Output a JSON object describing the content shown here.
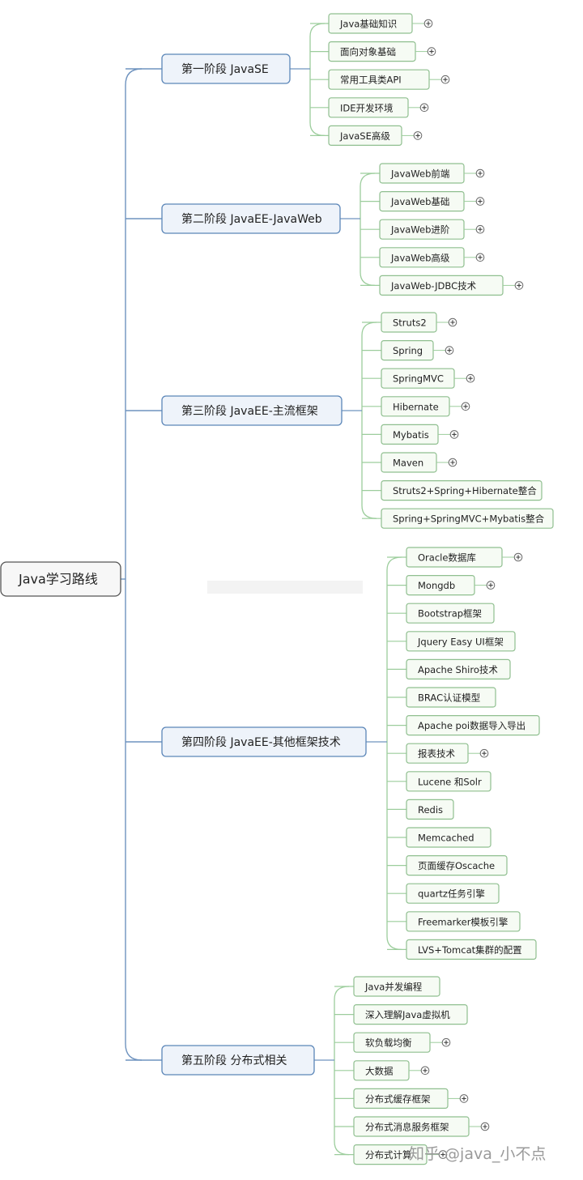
{
  "title": "Java学习路线",
  "stages": [
    {
      "label": "第一阶段 JavaSE",
      "topics": [
        {
          "label": "Java基础知识",
          "expand": true
        },
        {
          "label": "面向对象基础",
          "expand": true
        },
        {
          "label": "常用工具类API",
          "expand": true
        },
        {
          "label": "IDE开发环境",
          "expand": true
        },
        {
          "label": "JavaSE高级",
          "expand": true
        }
      ]
    },
    {
      "label": "第二阶段 JavaEE-JavaWeb",
      "topics": [
        {
          "label": "JavaWeb前端",
          "expand": true
        },
        {
          "label": "JavaWeb基础",
          "expand": true
        },
        {
          "label": "JavaWeb进阶",
          "expand": true
        },
        {
          "label": "JavaWeb高级",
          "expand": true
        },
        {
          "label": "JavaWeb-JDBC技术",
          "expand": true
        }
      ]
    },
    {
      "label": "第三阶段 JavaEE-主流框架",
      "topics": [
        {
          "label": "Struts2",
          "expand": true
        },
        {
          "label": "Spring",
          "expand": true
        },
        {
          "label": "SpringMVC",
          "expand": true
        },
        {
          "label": "Hibernate",
          "expand": true
        },
        {
          "label": "Mybatis",
          "expand": true
        },
        {
          "label": "Maven",
          "expand": true
        },
        {
          "label": "Struts2+Spring+Hibernate整合",
          "expand": false
        },
        {
          "label": "Spring+SpringMVC+Mybatis整合",
          "expand": false
        }
      ]
    },
    {
      "label": "第四阶段 JavaEE-其他框架技术",
      "topics": [
        {
          "label": "Oracle数据库",
          "expand": true
        },
        {
          "label": "Mongdb",
          "expand": true
        },
        {
          "label": "Bootstrap框架",
          "expand": false
        },
        {
          "label": "Jquery Easy UI框架",
          "expand": false
        },
        {
          "label": "Apache Shiro技术",
          "expand": false
        },
        {
          "label": "BRAC认证模型",
          "expand": false
        },
        {
          "label": "Apache poi数据导入导出",
          "expand": false
        },
        {
          "label": "报表技术",
          "expand": true
        },
        {
          "label": "Lucene 和Solr",
          "expand": false
        },
        {
          "label": "Redis",
          "expand": false
        },
        {
          "label": "Memcached",
          "expand": false
        },
        {
          "label": "页面缓存Oscache",
          "expand": false
        },
        {
          "label": "quartz任务引擎",
          "expand": false
        },
        {
          "label": "Freemarker模板引擎",
          "expand": false
        },
        {
          "label": "LVS+Tomcat集群的配置",
          "expand": false
        }
      ]
    },
    {
      "label": "第五阶段 分布式相关",
      "topics": [
        {
          "label": "Java并发编程",
          "expand": false
        },
        {
          "label": "深入理解Java虚拟机",
          "expand": false
        },
        {
          "label": "软负载均衡",
          "expand": true
        },
        {
          "label": "大数据",
          "expand": true
        },
        {
          "label": "分布式缓存框架",
          "expand": true
        },
        {
          "label": "分布式消息服务框架",
          "expand": true
        },
        {
          "label": "分布式计算",
          "expand": true
        }
      ]
    }
  ],
  "watermark": "知乎 @java_小不点",
  "colors": {
    "stage_border": "#5b86b8",
    "stage_fill": "#eef3fa",
    "topic_border": "#8fbf8f",
    "topic_fill": "#f6fbf4",
    "root_border": "#555555",
    "line_blue": "#6f93bf",
    "line_green": "#9ccd9c"
  }
}
